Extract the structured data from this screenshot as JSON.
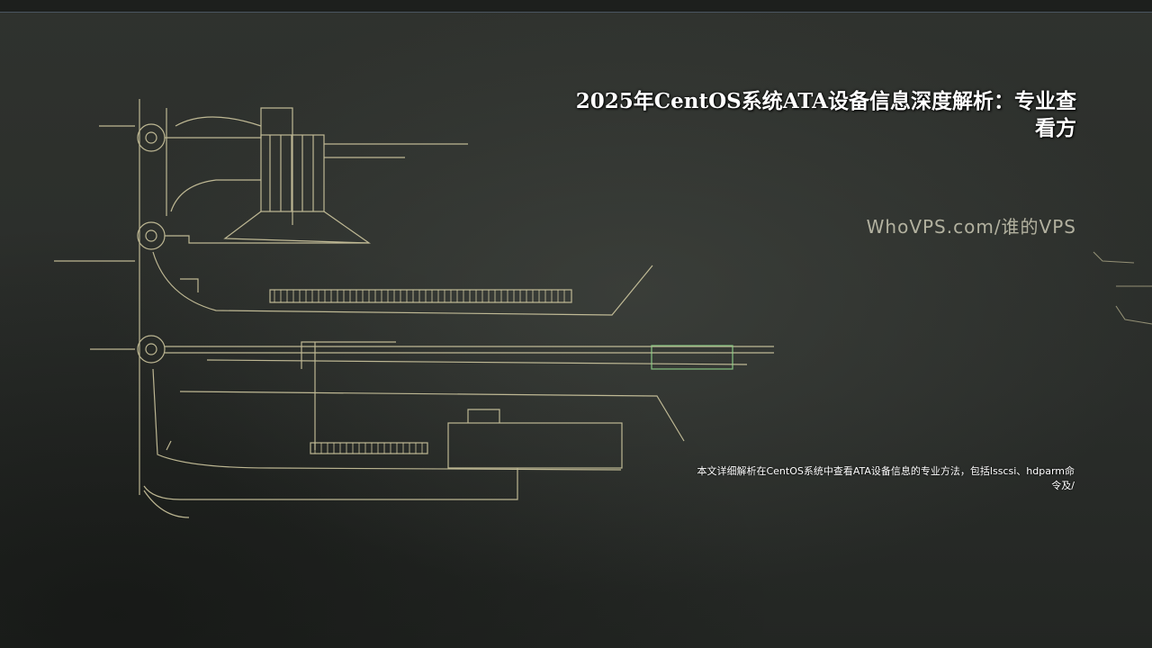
{
  "title": "2025年CentOS系统ATA设备信息深度解析：专业查看方",
  "brand": "WhoVPS.com/谁的VPS",
  "description": "本文详细解析在CentOS系统中查看ATA设备信息的专业方法，包括lsscsi、hdparm命令及/",
  "illustration": {
    "subject": "schematic-diagram-illustration",
    "colors": {
      "background": "#2b2e2b",
      "line": "#d8d0a6",
      "highlight": "#8fd18a",
      "title": "#ffffff",
      "brand": "#c9c7b3"
    }
  }
}
